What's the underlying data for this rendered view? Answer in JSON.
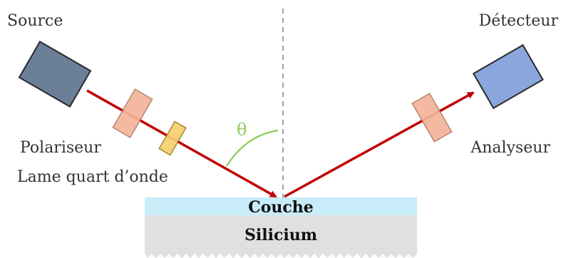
{
  "labels": {
    "source": "Source",
    "detector": "Détecteur",
    "polarizer": "Polariseur",
    "quarter_wave_plate": "Lame quart d’onde",
    "analyzer": "Analyseur",
    "angle": "θ",
    "layer": "Couche",
    "substrate": "Silicium"
  },
  "colors": {
    "source_body": "#6b7f99",
    "detector_body": "#8aa6dc",
    "beam": "#c00000",
    "polarizer": "#f4b49a",
    "quarter_wave_plate": "#f4d070",
    "analyzer": "#f4b49a",
    "angle_arc": "#8ccc5a",
    "normal_line": "#a0a0a0",
    "layer": "#c8ecf8",
    "substrate": "#e0e0e0",
    "text": "#333333"
  },
  "icons": {
    "source": "light-source-box",
    "detector": "detector-box",
    "polarizer": "polarizer-plate",
    "quarter_wave_plate": "waveplate",
    "analyzer": "analyzer-plate"
  }
}
